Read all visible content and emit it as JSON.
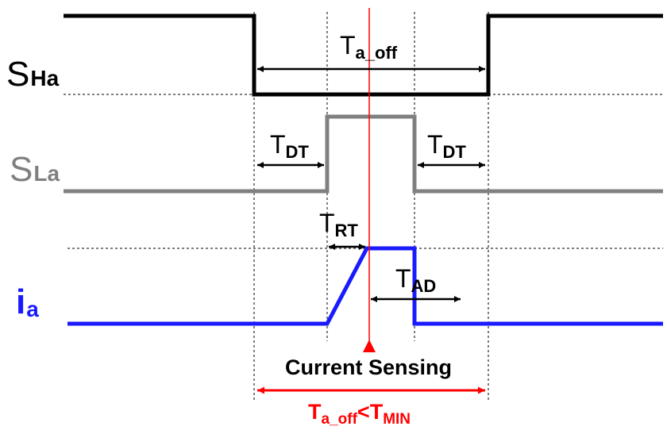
{
  "colors": {
    "sha": "#000000",
    "sla": "#808080",
    "ia": "#1a1aff",
    "sensing": "#ff0000",
    "guide": "#000000"
  },
  "signals": {
    "sha": {
      "main": "S",
      "sub": "Ha"
    },
    "sla": {
      "main": "S",
      "sub": "La"
    },
    "ia": {
      "main": "i",
      "sub": "a"
    }
  },
  "intervals": {
    "ta_off": {
      "main": "T",
      "sub": "a_off"
    },
    "tdt_left": {
      "main": "T",
      "sub": "DT"
    },
    "tdt_right": {
      "main": "T",
      "sub": "DT"
    },
    "trt": {
      "main": "T",
      "sub": "RT"
    },
    "tad": {
      "main": "T",
      "sub": "AD"
    }
  },
  "sensing": {
    "label": "Current Sensing",
    "condition": {
      "a_main": "T",
      "a_sub": "a_off",
      "op": "<",
      "b_main": "T",
      "b_sub": "MIN"
    }
  }
}
